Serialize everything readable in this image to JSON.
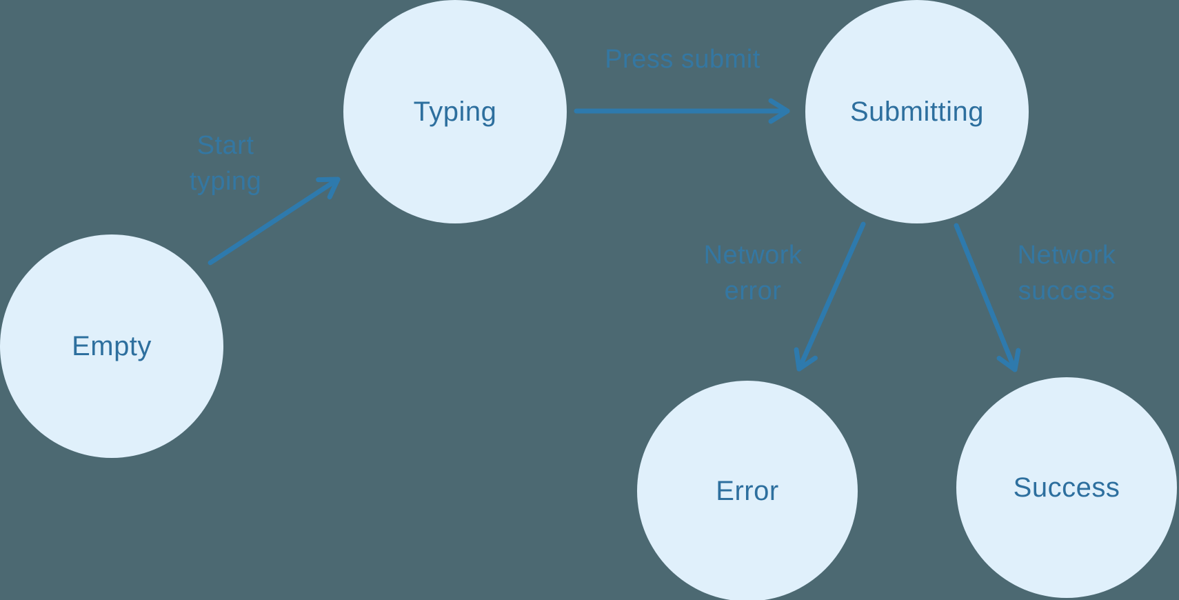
{
  "diagram": {
    "type": "state-machine",
    "states": [
      {
        "id": "empty",
        "label": "Empty"
      },
      {
        "id": "typing",
        "label": "Typing"
      },
      {
        "id": "submitting",
        "label": "Submitting"
      },
      {
        "id": "error",
        "label": "Error"
      },
      {
        "id": "success",
        "label": "Success"
      }
    ],
    "transitions": [
      {
        "from": "Empty",
        "to": "Typing",
        "label": "Start typing"
      },
      {
        "from": "Typing",
        "to": "Submitting",
        "label": "Press submit"
      },
      {
        "from": "Submitting",
        "to": "Error",
        "label": "Network error"
      },
      {
        "from": "Submitting",
        "to": "Success",
        "label": "Network success"
      }
    ],
    "colors": {
      "background": "#4c6972",
      "node_fill": "#e0f0fb",
      "node_text": "#2d6f9e",
      "arrow": "#2e7aad",
      "edge_label": "#2f7bae"
    }
  }
}
